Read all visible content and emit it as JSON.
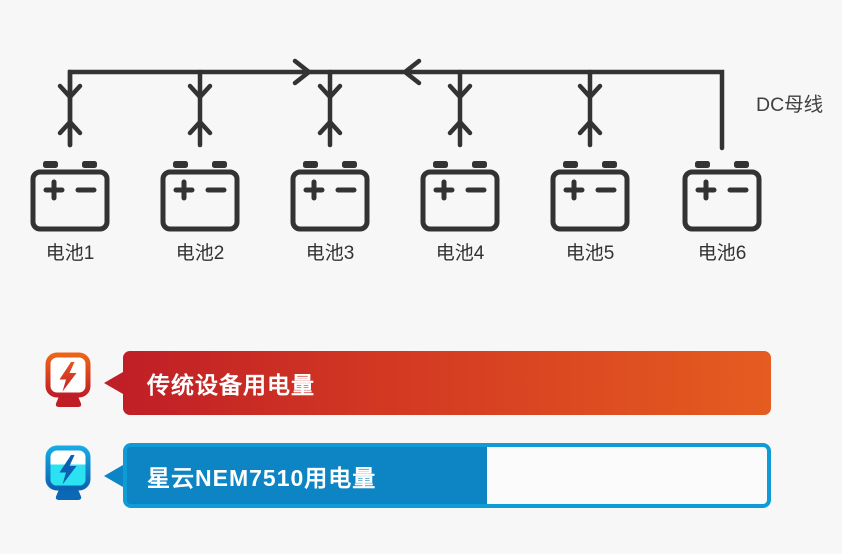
{
  "diagram": {
    "bus_label": "DC母线",
    "line_color": "#333333",
    "batteries": [
      {
        "label": "电池1"
      },
      {
        "label": "电池2"
      },
      {
        "label": "电池3"
      },
      {
        "label": "电池4"
      },
      {
        "label": "电池5"
      },
      {
        "label": "电池6"
      }
    ]
  },
  "legend": {
    "bars": [
      {
        "id": "traditional",
        "label": "传统设备用电量",
        "color_start": "#c01f26",
        "color_end": "#e55c20",
        "fill_percent": "100%"
      },
      {
        "id": "nebula",
        "label": "星云NEM7510用电量",
        "fill_color": "#0d84c3",
        "border_color": "#0f9cd6",
        "fill_percent": "56.3%"
      }
    ]
  }
}
